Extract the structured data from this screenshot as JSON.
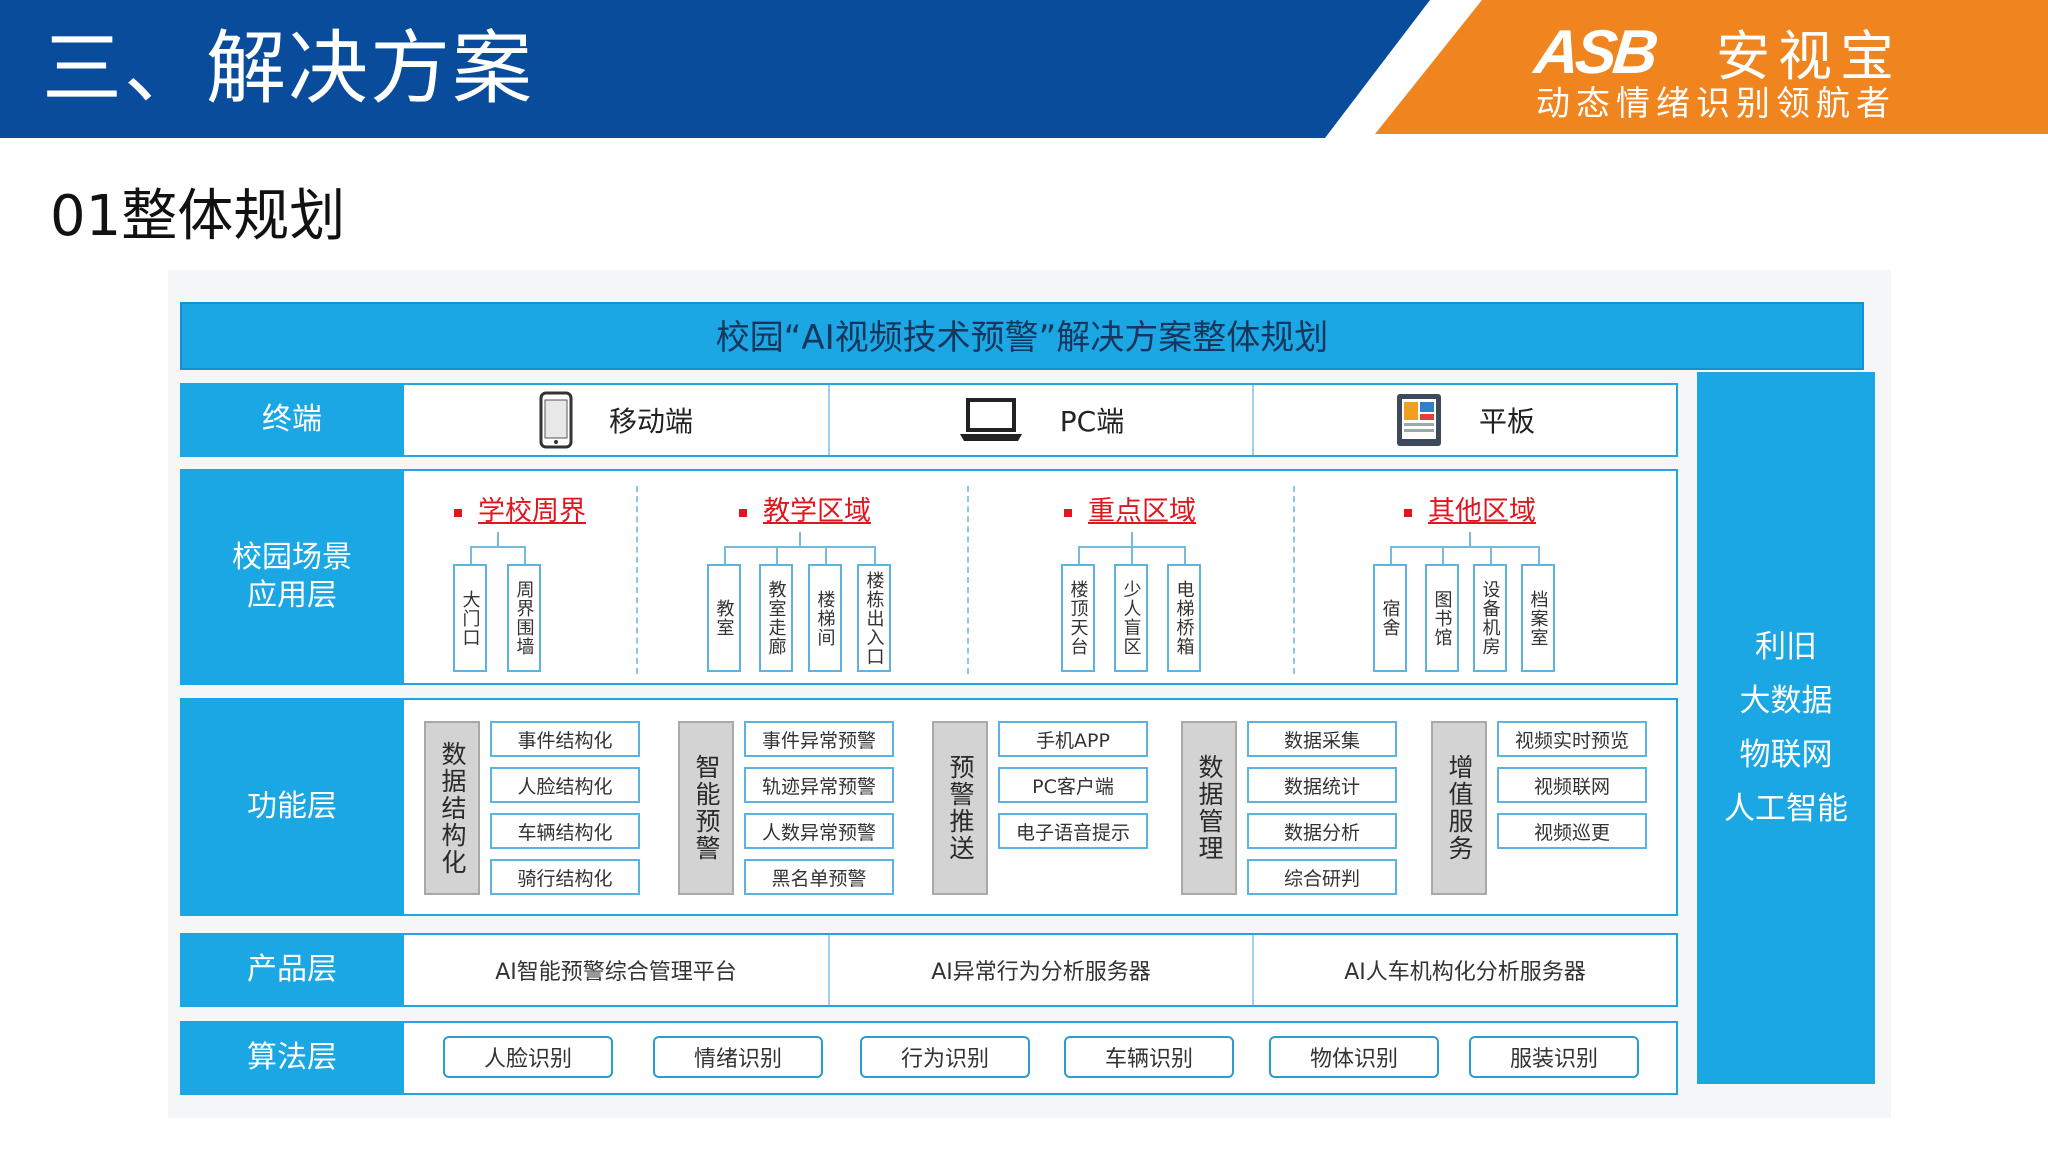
{
  "header": {
    "title": "三、解决方案",
    "logo_mark": "ASB",
    "logo_name": "安视宝",
    "logo_tagline": "动态情绪识别领航者"
  },
  "subtitle": "01整体规划",
  "diagram": {
    "title": "校园“AI视频技术预警”解决方案整体规划",
    "side_panel": [
      "利旧",
      "大数据",
      "物联网",
      "人工智能"
    ],
    "terminal": {
      "label": "终端",
      "items": [
        {
          "icon": "mobile-phone-icon",
          "label": "移动端"
        },
        {
          "icon": "laptop-icon",
          "label": "PC端"
        },
        {
          "icon": "tablet-icon",
          "label": "平板"
        }
      ]
    },
    "scenes": {
      "label": "校园场景\n应用层",
      "groups": [
        {
          "title": "学校周界",
          "items": [
            "大门口",
            "周界围墙"
          ]
        },
        {
          "title": "教学区域",
          "items": [
            "教室",
            "教室走廊",
            "楼梯间",
            "楼栋出入口"
          ]
        },
        {
          "title": "重点区域",
          "items": [
            "楼顶天台",
            "少人盲区",
            "电梯桥箱"
          ]
        },
        {
          "title": "其他区域",
          "items": [
            "宿舍",
            "图书馆",
            "设备机房",
            "档案室"
          ]
        }
      ]
    },
    "functions": {
      "label": "功能层",
      "groups": [
        {
          "category": "数据结构化",
          "items": [
            "事件结构化",
            "人脸结构化",
            "车辆结构化",
            "骑行结构化"
          ]
        },
        {
          "category": "智能预警",
          "items": [
            "事件异常预警",
            "轨迹异常预警",
            "人数异常预警",
            "黑名单预警"
          ]
        },
        {
          "category": "预警推送",
          "items": [
            "手机APP",
            "PC客户端",
            "电子语音提示"
          ]
        },
        {
          "category": "数据管理",
          "items": [
            "数据采集",
            "数据统计",
            "数据分析",
            "综合研判"
          ]
        },
        {
          "category": "增值服务",
          "items": [
            "视频实时预览",
            "视频联网",
            "视频巡更"
          ]
        }
      ]
    },
    "products": {
      "label": "产品层",
      "items": [
        "AI智能预警综合管理平台",
        "AI异常行为分析服务器",
        "AI人车机构化分析服务器"
      ]
    },
    "algorithms": {
      "label": "算法层",
      "items": [
        "人脸识别",
        "情绪识别",
        "行为识别",
        "车辆识别",
        "物体识别",
        "服装识别"
      ]
    }
  },
  "colors": {
    "header_blue": "#0a4c9c",
    "header_orange": "#f0841e",
    "diagram_blue": "#1ba7e3",
    "scene_red": "#e0161e"
  }
}
